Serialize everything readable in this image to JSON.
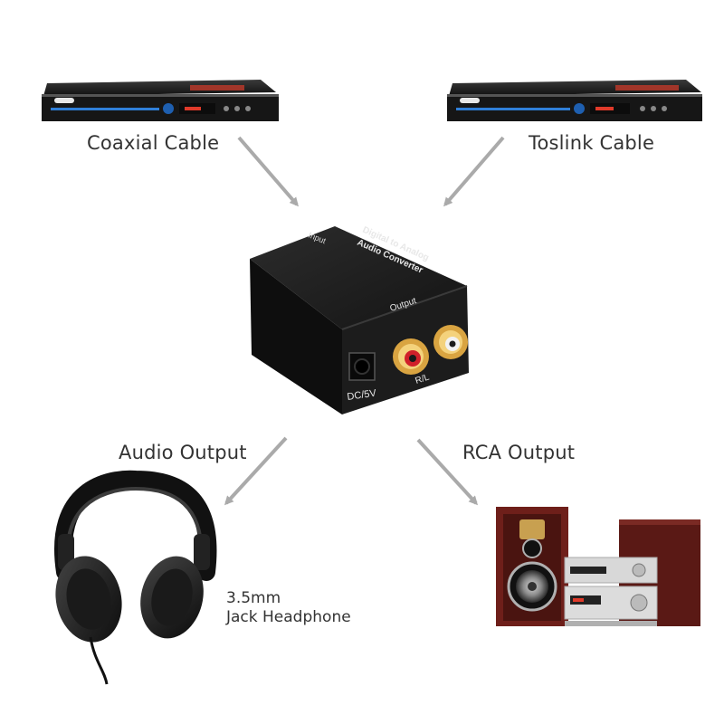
{
  "labels": {
    "coaxial": "Coaxial Cable",
    "toslink": "Toslink Cable",
    "audio_output": "Audio Output",
    "rca_output": "RCA Output",
    "headphone_line1": "3.5mm",
    "headphone_line2": "Jack Headphone"
  },
  "converter": {
    "top_line1": "Digital to Analog",
    "top_line2": "Audio Converter",
    "top_input": "Input",
    "output": "Output",
    "rl": "R/L",
    "dc": "DC/5V"
  },
  "colors": {
    "arrow": "#aaaaaa",
    "converter_body": "#1c1c1c",
    "rca_gold": "#d9a441",
    "rca_red": "#d0202a",
    "rca_white": "#f2f2f2",
    "wood": "#6e1f1a"
  },
  "icons": {
    "player_left": "dvd-player-icon",
    "player_right": "dvd-player-icon",
    "converter": "dac-converter-icon",
    "headphones": "headphones-icon",
    "speakers": "hifi-speaker-system-icon"
  }
}
